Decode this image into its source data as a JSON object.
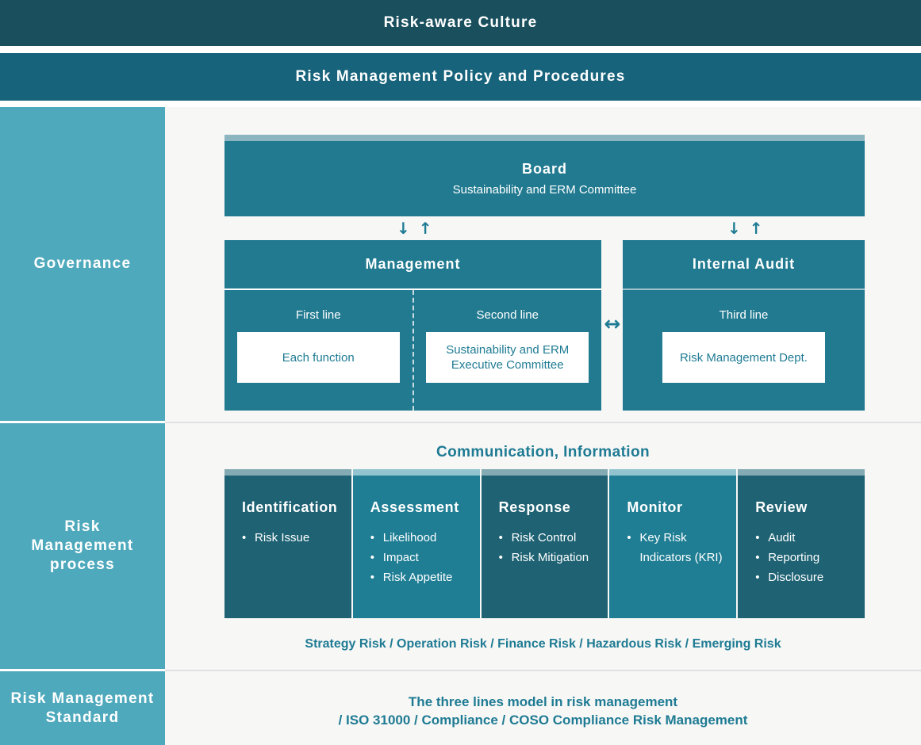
{
  "banners": {
    "culture": "Risk-aware Culture",
    "policy": "Risk Management Policy and Procedures"
  },
  "sidebar": {
    "governance": "Governance",
    "process": "Risk Management process",
    "standard": "Risk Management Standard"
  },
  "governance": {
    "board": {
      "title": "Board",
      "subtitle": "Sustainability and ERM Committee"
    },
    "management": {
      "title": "Management",
      "first_line_label": "First line",
      "first_line_box": "Each function",
      "second_line_label": "Second line",
      "second_line_box": "Sustainability and ERM Executive Committee"
    },
    "internal_audit": {
      "title": "Internal Audit",
      "third_line_label": "Third line",
      "third_line_box": "Risk Management Dept."
    }
  },
  "icons": {
    "down_arrow": "↓",
    "up_arrow": "↑",
    "left_right_arrow": "↔"
  },
  "process": {
    "communication": "Communication, Information",
    "columns": [
      {
        "title": "Identification",
        "items": [
          "Risk Issue"
        ]
      },
      {
        "title": "Assessment",
        "items": [
          "Likelihood",
          "Impact",
          "Risk Appetite"
        ]
      },
      {
        "title": "Response",
        "items": [
          "Risk Control",
          "Risk Mitigation"
        ]
      },
      {
        "title": "Monitor",
        "items": [
          "Key Risk Indicators (KRI)"
        ]
      },
      {
        "title": "Review",
        "items": [
          "Audit",
          "Reporting",
          "Disclosure"
        ]
      }
    ],
    "risk_types": "Strategy Risk / Operation Risk / Finance Risk / Hazardous Risk / Emerging Risk"
  },
  "standard": {
    "line1": "The three lines model in risk management",
    "line2": "/ ISO 31000 / Compliance / COSO Compliance Risk Management"
  },
  "colors": {
    "banner_culture_bg": "#1a4f5e",
    "banner_policy_bg": "#17637b",
    "sidebar_bg": "#4fa9bc",
    "box_teal": "#217a90",
    "column_dark": "#1e6273",
    "column_light": "#1f7e94",
    "strip_light": "#8cb5bf",
    "strip_dark_col": "#84abb3",
    "strip_light_col": "#92c4d0",
    "teal_text": "#1e7b93",
    "main_bg": "#f7f7f6",
    "divider": "#dfe1e1"
  }
}
